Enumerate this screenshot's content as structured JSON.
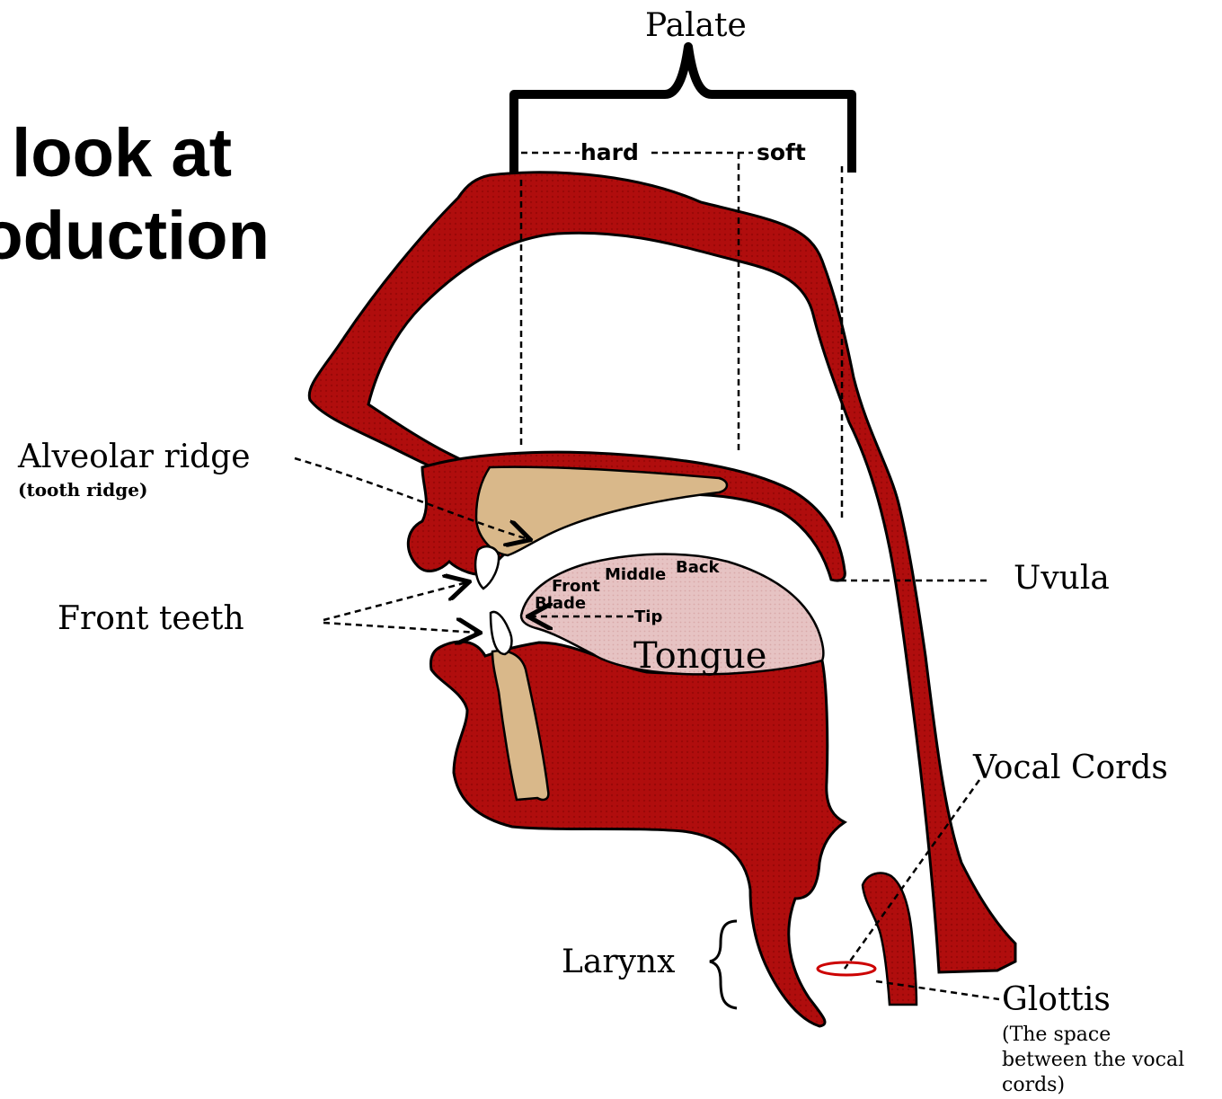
{
  "title": {
    "line1": "look at",
    "line2": "oduction"
  },
  "labels": {
    "palate": "Palate",
    "hard": "hard",
    "soft": "soft",
    "alveolar_ridge": "Alveolar ridge",
    "tooth_ridge": "(tooth ridge)",
    "front_teeth": "Front teeth",
    "uvula": "Uvula",
    "tongue": "Tongue",
    "tongue_front": "Front",
    "tongue_middle": "Middle",
    "tongue_back": "Back",
    "tongue_blade": "Blade",
    "tongue_tip": "Tip",
    "vocal_cords": "Vocal Cords",
    "larynx": "Larynx",
    "glottis": "Glottis",
    "glottis_note_1": "(The space",
    "glottis_note_2": "between the vocal",
    "glottis_note_3": "cords)"
  },
  "colors": {
    "tissue": "#b00d0d",
    "bone": "#d9b88a",
    "tongue": "#e6c3c3",
    "teeth": "#ffffff",
    "line": "#000000"
  }
}
